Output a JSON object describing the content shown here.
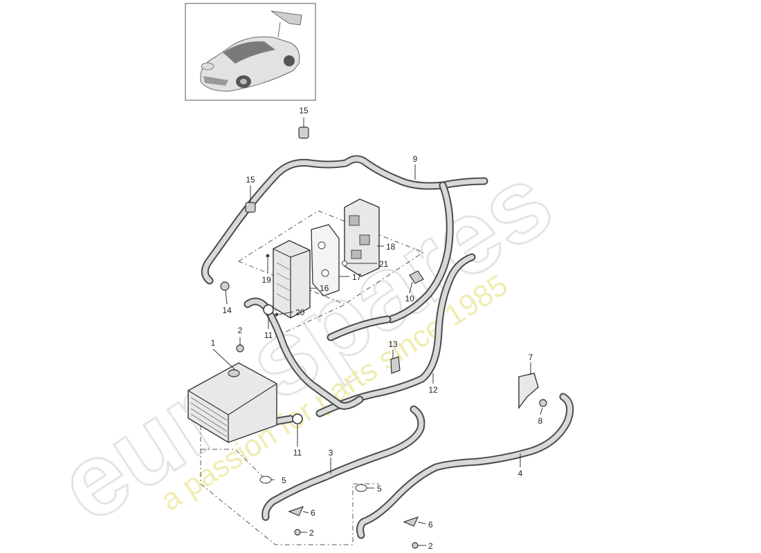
{
  "watermark": {
    "brand": "eurospares",
    "tagline": "a passion for parts since 1985"
  },
  "thumbnail": {
    "icon": "car-thumbnail-icon"
  },
  "callouts": [
    {
      "id": "c15a",
      "label": "15"
    },
    {
      "id": "c15b",
      "label": "15"
    },
    {
      "id": "c9",
      "label": "9"
    },
    {
      "id": "c18",
      "label": "18"
    },
    {
      "id": "c21",
      "label": "21"
    },
    {
      "id": "c19",
      "label": "19"
    },
    {
      "id": "c17",
      "label": "17"
    },
    {
      "id": "c16",
      "label": "16"
    },
    {
      "id": "c14",
      "label": "14"
    },
    {
      "id": "c10",
      "label": "10"
    },
    {
      "id": "c20",
      "label": "20"
    },
    {
      "id": "c11a",
      "label": "11"
    },
    {
      "id": "c2a",
      "label": "2"
    },
    {
      "id": "c1",
      "label": "1"
    },
    {
      "id": "c13",
      "label": "13"
    },
    {
      "id": "c12",
      "label": "12"
    },
    {
      "id": "c7",
      "label": "7"
    },
    {
      "id": "c8",
      "label": "8"
    },
    {
      "id": "c11b",
      "label": "11"
    },
    {
      "id": "c3",
      "label": "3"
    },
    {
      "id": "c4",
      "label": "4"
    },
    {
      "id": "c5a",
      "label": "5"
    },
    {
      "id": "c5b",
      "label": "5"
    },
    {
      "id": "c6a",
      "label": "6"
    },
    {
      "id": "c6b",
      "label": "6"
    },
    {
      "id": "c2b",
      "label": "2"
    },
    {
      "id": "c2c",
      "label": "2"
    }
  ]
}
